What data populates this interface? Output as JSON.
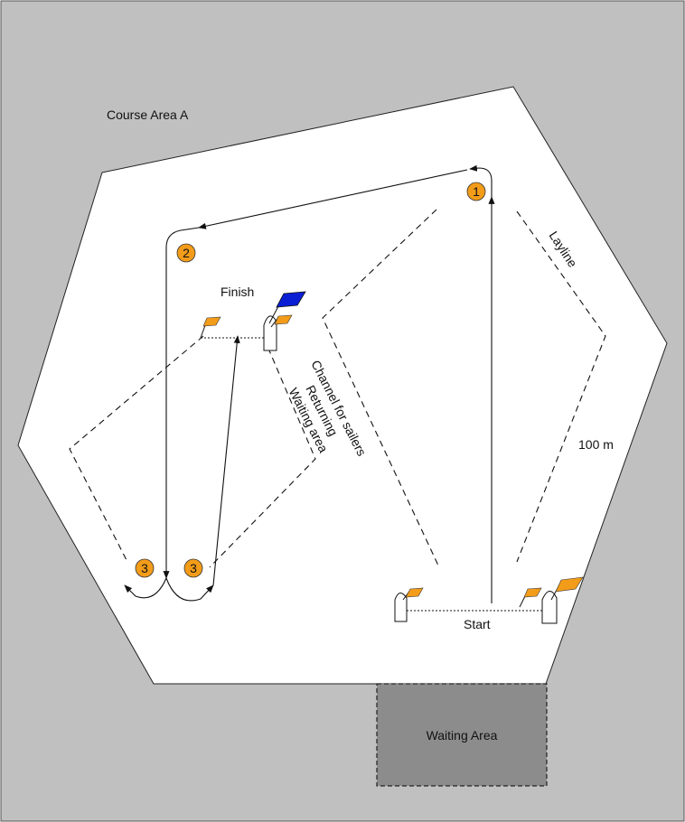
{
  "course_area_label": "Course Area A",
  "finish_label": "Finish",
  "start_label": "Start",
  "layline_label": "Layline",
  "distance_label": "100 m",
  "channel_label_lines": [
    "Channel for sailers",
    "Returning",
    "Waiting area"
  ],
  "waiting_area_label": "Waiting Area",
  "marks": [
    "1",
    "2",
    "3",
    "3"
  ],
  "colors": {
    "water_background": "#c0c0c0",
    "course_area": "#ffffff",
    "waiting_area": "#8c8c8c",
    "mark": "#f39c1a",
    "flag_orange": "#f39c1a",
    "flag_blue": "#0a1fd4",
    "line": "#111111"
  }
}
